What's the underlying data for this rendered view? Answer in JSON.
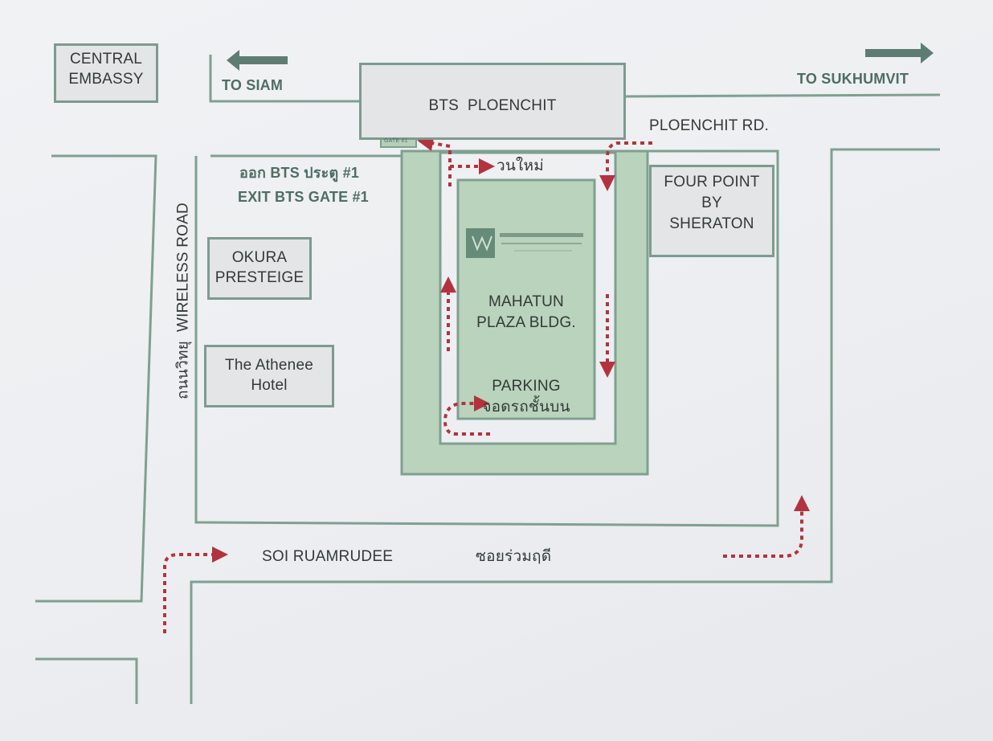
{
  "map": {
    "central_embassy": [
      "CENTRAL",
      "EMBASSY"
    ],
    "to_siam": "TO SIAM",
    "to_sukhumvit": "TO SUKHUMVIT",
    "bts_station": "BTS  PLOENCHIT",
    "ploenchit_rd": "PLOENCHIT RD.",
    "exit_th": "ออก BTS ประตู #1",
    "exit_en": "EXIT BTS GATE #1",
    "gate_sign": "GATE #1",
    "u_turn": "วนใหม่",
    "four_point": [
      "FOUR POINT",
      "BY",
      "SHERATON"
    ],
    "okura": [
      "OKURA",
      "PRESTEIGE"
    ],
    "athenee": [
      "The Athenee",
      "Hotel"
    ],
    "wireless_road": "ถนนวิทยุ  WIRELESS ROAD",
    "mahatun": [
      "MAHATUN",
      "PLAZA BLDG."
    ],
    "parking": [
      "PARKING",
      "จอดรถชั้นบน"
    ],
    "soi_en": "SOI RUAMRUDEE",
    "soi_th": "ซอยร่วมฤดี",
    "colors": {
      "road": "#7fa090",
      "building_fill": "#e3e5e7",
      "green_zone": "#b9d3bc",
      "route_arrow": "#b2333f",
      "direction_arrow": "#5e7d72"
    }
  }
}
